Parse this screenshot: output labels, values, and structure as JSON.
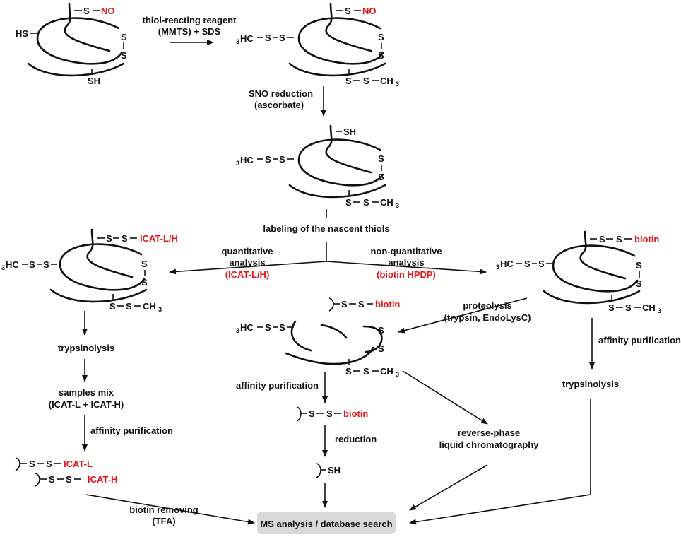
{
  "labels": {
    "s": "S",
    "sh": "SH",
    "hs": "HS",
    "no": "NO",
    "ch": "CH",
    "three": "3",
    "hc": "HC",
    "icat_lh": "ICAT-L/H",
    "icat_l": "ICAT-L",
    "icat_h": "ICAT-H",
    "biotin": "biotin"
  },
  "steps": {
    "thiol_reagent_1": "thiol-reacting reagent",
    "thiol_reagent_2": "(MMTS) + SDS",
    "sno_reduction_1": "SNO reduction",
    "sno_reduction_2": "(ascorbate)",
    "labeling": "labeling of the nascent thiols",
    "quant_1": "quantitative",
    "quant_2": "analysis",
    "quant_3": "(ICAT-L/H)",
    "nonquant_1": "non-quantitative",
    "nonquant_2": "analysis",
    "nonquant_3": "(biotin HPDP)",
    "proteolysis_1": "proteolysis",
    "proteolysis_2": "(trypsin, EndoLysC)",
    "trypsinolysis_left": "trypsinolysis",
    "samples_mix_1": "samples mix",
    "samples_mix_2": "(ICAT-L + ICAT-H)",
    "affinity_left": "affinity purification",
    "affinity_center": "affinity purification",
    "affinity_right": "affinity purification",
    "trypsinolysis_right": "trypsinolysis",
    "reduction": "reduction",
    "rplc_1": "reverse-phase",
    "rplc_2": "liquid chromatography",
    "biotin_removing_1": "biotin removing",
    "biotin_removing_2": "(TFA)",
    "ms_analysis": "MS analysis / database search"
  }
}
